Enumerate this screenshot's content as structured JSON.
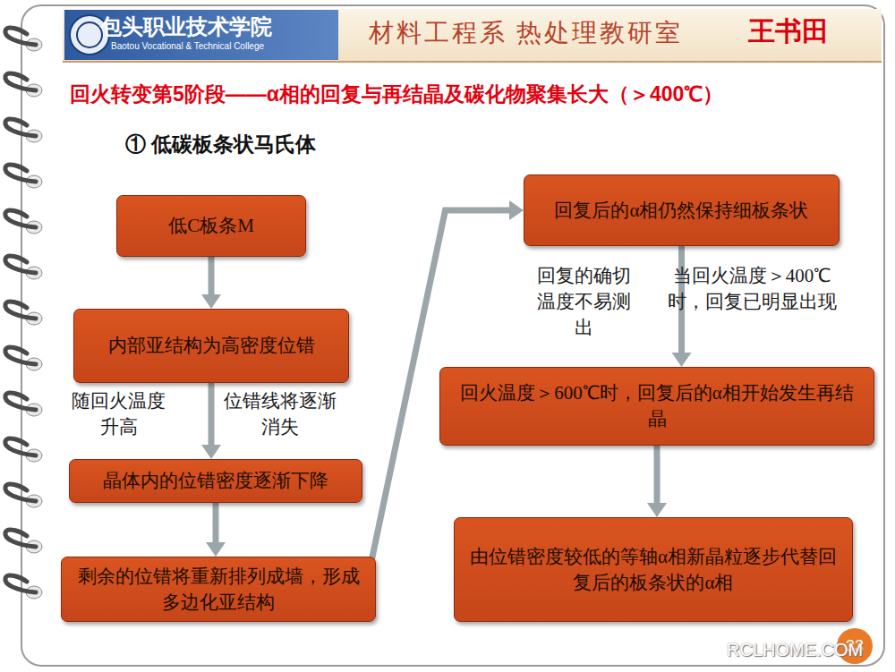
{
  "diagram": {
    "title": "回火转变第5阶段——α相的回复与再结晶及碳化物聚集长大（＞400℃）",
    "nodes": [
      {
        "text": [
          "低C板条M"
        ]
      },
      {
        "text": [
          "内部亚结构为高密度位错"
        ]
      },
      {
        "text": [
          "晶体内的位错密度逐渐下降"
        ]
      },
      {
        "text": [
          "剩余的位错将重新排列成墙，形成多边化亚结构"
        ]
      },
      {
        "text": [
          "回复后的α相仍然保持细板条状"
        ]
      },
      {
        "text": [
          "回火温度＞600℃时，回复后的α相开始发生再结晶"
        ]
      },
      {
        "text": [
          "由位错密度较低的等轴α相新晶粒逐步代替回复后的板条状的α相"
        ]
      }
    ],
    "edges": [
      {
        "from": 0,
        "to": 1,
        "arrow": "to"
      },
      {
        "from": 1,
        "to": 2,
        "arrow": "to"
      },
      {
        "from": 2,
        "to": 3,
        "arrow": "to"
      },
      {
        "from": 3,
        "to": 4,
        "arrow": "to"
      },
      {
        "from": 4,
        "to": 5,
        "arrow": "to"
      },
      {
        "from": 5,
        "to": 6,
        "arrow": "to"
      }
    ],
    "labels": [
      "包头职业技术学院",
      "Baotou Vocational & Technical College",
      "材料工程系 热处理教研室",
      "王书田",
      "① 低碳板条状马氏体",
      "随回火温度升高",
      "位错线将逐渐消失",
      "回复的确切温度不易测出",
      "当回火温度＞400℃时，回复已明显出现",
      "33",
      "RCLHOME.COM"
    ]
  }
}
